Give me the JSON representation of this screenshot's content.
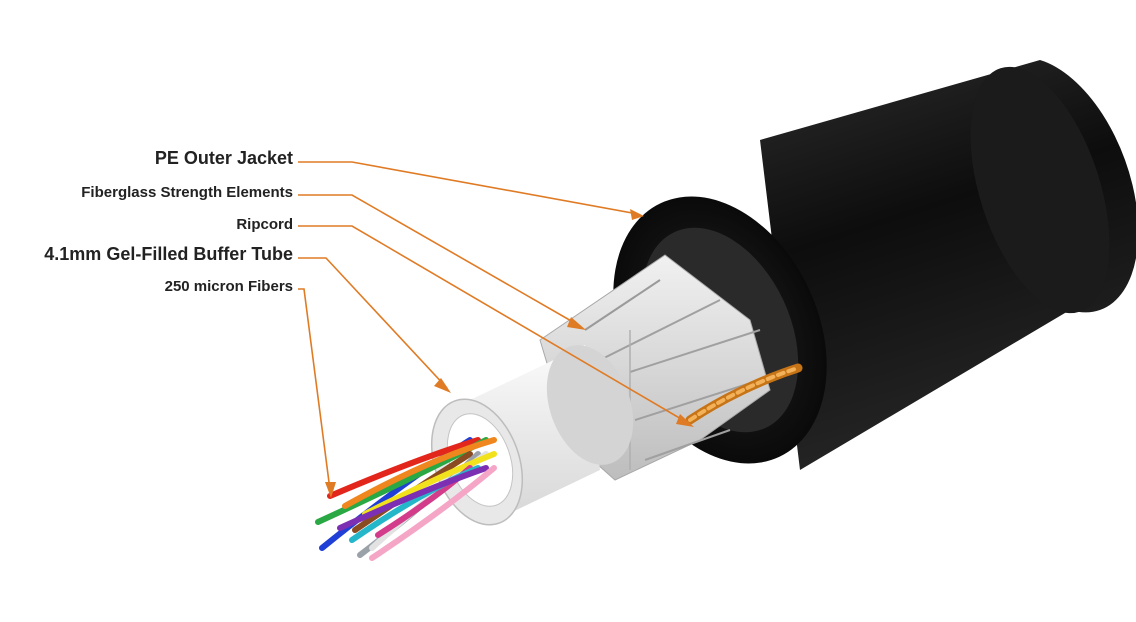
{
  "labels": [
    {
      "id": "jacket",
      "text": "PE Outer Jacket"
    },
    {
      "id": "strength",
      "text": "Fiberglass Strength Elements"
    },
    {
      "id": "ripcord",
      "text": "Ripcord"
    },
    {
      "id": "buffer",
      "text": "4.1mm Gel-Filled Buffer Tube"
    },
    {
      "id": "fibers",
      "text": "250 micron Fibers"
    }
  ],
  "colors": {
    "leader": "#e07b25",
    "jacket": "#141414",
    "strength": "#d9d9d9",
    "buffer_tube": "#efefef",
    "ripcord": "#e8962e"
  },
  "fiber_colors": [
    "#1f3fd6",
    "#e3261c",
    "#2aa843",
    "#f0861e",
    "#8a4b20",
    "#9aa1a8",
    "#f0f0f0",
    "#f2e21e",
    "#d33c8a",
    "#23b7c9",
    "#7c2fb3",
    "#f5a6c7"
  ]
}
